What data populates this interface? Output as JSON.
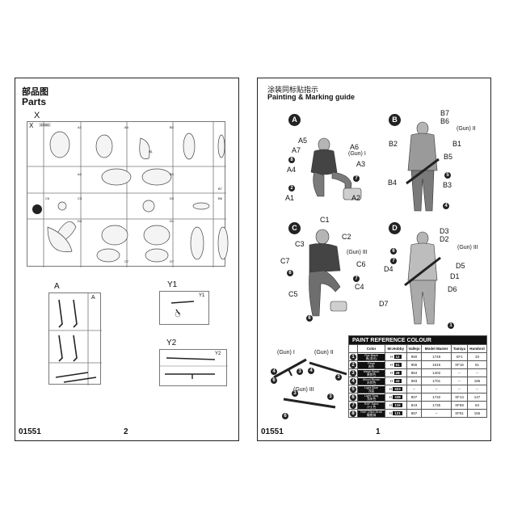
{
  "left_page": {
    "title_cn": "部品图",
    "title_en": "Parts",
    "footer_code": "01551",
    "page_number": "2",
    "sprue_x": {
      "label": "X",
      "corner": "X",
      "tag": "01551",
      "part_labels": [
        "A1",
        "A2",
        "A3",
        "A4",
        "A5",
        "A6",
        "A7",
        "B1",
        "B2",
        "B3",
        "B4",
        "B5",
        "B6",
        "B7",
        "C1",
        "C2",
        "C3",
        "C4",
        "C5",
        "C6",
        "C7",
        "D1",
        "D2",
        "D3",
        "D4",
        "D5",
        "D6",
        "D7"
      ]
    },
    "sprue_a": {
      "label": "A",
      "corner": "A"
    },
    "sprue_y1": {
      "label": "Y1",
      "corner": "Y1"
    },
    "sprue_y2": {
      "label": "Y2",
      "corner": "Y2"
    }
  },
  "right_page": {
    "title_cn": "涂装同标贴指示",
    "title_en": "Painting & Marking guide",
    "footer_code": "01551",
    "page_number": "1",
    "figures": {
      "A": {
        "id": "A",
        "labels": [
          "A5",
          "A6",
          "A7",
          "(Gun) I",
          "A3",
          "A4",
          "A1",
          "A2"
        ],
        "callouts": [
          "8",
          "7",
          "2"
        ]
      },
      "B": {
        "id": "B",
        "labels": [
          "B7",
          "B6",
          "(Gun) II",
          "B2",
          "B1",
          "B5",
          "B4",
          "B3"
        ],
        "callouts": [
          "5",
          "4"
        ]
      },
      "C": {
        "id": "C",
        "labels": [
          "C1",
          "C2",
          "C3",
          "(Gun) III",
          "C7",
          "C6",
          "C4",
          "C5"
        ],
        "callouts": [
          "6",
          "7",
          "6"
        ]
      },
      "D": {
        "id": "D",
        "labels": [
          "D3",
          "D2",
          "(Gun) III",
          "D4",
          "D5",
          "D1",
          "D6",
          "D7"
        ],
        "callouts": [
          "6",
          "7",
          "1"
        ]
      }
    },
    "guns": [
      {
        "label": "(Gun) I",
        "callouts": [
          "4",
          "3",
          "6"
        ]
      },
      {
        "label": "(Gun) II",
        "callouts": [
          "4",
          "3"
        ]
      },
      {
        "label": "(Gun) III",
        "callouts": [
          "3",
          "3",
          "6"
        ]
      }
    ],
    "paint_table": {
      "title": "PAINT REFERENCE COLOUR",
      "headers": [
        "Color",
        "Mr.Hobby",
        "Vallejo",
        "Model Master",
        "Tamiya",
        "Humbrol"
      ],
      "rows": [
        {
          "no": "1",
          "color": "Flat Black",
          "color_cn": "黑(消光)",
          "mrhobby": "12",
          "vallejo": "950",
          "modelmaster": "1749",
          "tamiya": "XF1",
          "humbrol": "33"
        },
        {
          "no": "2",
          "color": "Flesh",
          "color_cn": "肉色",
          "mrhobby": "51",
          "vallejo": "955",
          "modelmaster": "1516",
          "tamiya": "XF15",
          "humbrol": "61"
        },
        {
          "no": "3",
          "color": "Metal Black",
          "color_cn": "黑铁色",
          "mrhobby": "28",
          "vallejo": "864",
          "modelmaster": "1402",
          "tamiya": "--",
          "humbrol": "--"
        },
        {
          "no": "4",
          "color": "Wood Brown",
          "color_cn": "木棕色",
          "mrhobby": "43",
          "vallejo": "983",
          "modelmaster": "1701",
          "tamiya": "--",
          "humbrol": "186"
        },
        {
          "no": "5",
          "color": "Light Blue",
          "color_cn": "浅蓝",
          "mrhobby": "323",
          "vallejo": "--",
          "modelmaster": "--",
          "tamiya": "--",
          "humbrol": "--"
        },
        {
          "no": "6",
          "color": "Light Gray",
          "color_cn": "浅灰色",
          "mrhobby": "338",
          "vallejo": "907",
          "modelmaster": "1732",
          "tamiya": "XF14",
          "humbrol": "147"
        },
        {
          "no": "7",
          "color": "RAF Sand",
          "color_cn": "沙土色",
          "mrhobby": "115",
          "vallejo": "843",
          "modelmaster": "1735",
          "tamiya": "XF59",
          "humbrol": "63"
        },
        {
          "no": "8",
          "color": "RAF Olive Drab",
          "color_cn": "橄榄绿",
          "mrhobby": "121",
          "vallejo": "887",
          "modelmaster": "--",
          "tamiya": "XF51",
          "humbrol": "155"
        }
      ]
    }
  },
  "colors": {
    "ink": "#111111",
    "sprue": "#777777",
    "figure_gray": "#7a7a7a",
    "figure_light": "#b5b5b5"
  }
}
